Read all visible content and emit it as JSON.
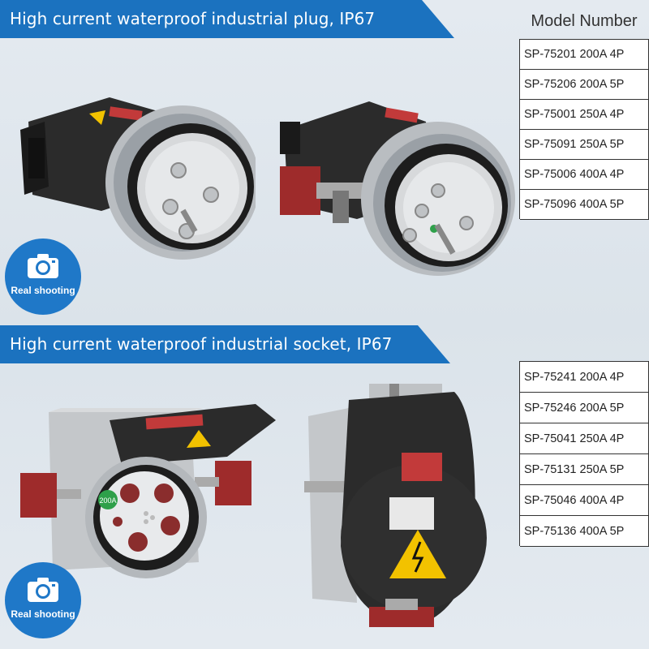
{
  "plug_section": {
    "title": "High current waterproof industrial plug, IP67",
    "badge_label": "Real shooting",
    "models": [
      "SP-75201 200A 4P",
      "SP-75206 200A 5P",
      "SP-75001 250A 4P",
      "SP-75091 250A 5P",
      "SP-75006 400A 4P",
      "SP-75096 400A 5P"
    ]
  },
  "socket_section": {
    "title": "High current waterproof industrial socket, IP67",
    "badge_label": "Real shooting",
    "models": [
      "SP-75241 200A 4P",
      "SP-75246 200A 5P",
      "SP-75041 250A 4P",
      "SP-75131 250A 5P",
      "SP-75046 400A 4P",
      "SP-75136 400A 5P"
    ],
    "rating_label": "200A"
  },
  "model_header": "Model Number",
  "colors": {
    "banner": "#1b72bf",
    "badge": "#1f78c8",
    "plug_body": "#2a2a2a",
    "plug_face": "#d7d9db",
    "latch_red": "#9e2b2b",
    "warning_yellow": "#f2c200"
  },
  "icons": [
    "camera-icon",
    "warning-icon"
  ]
}
